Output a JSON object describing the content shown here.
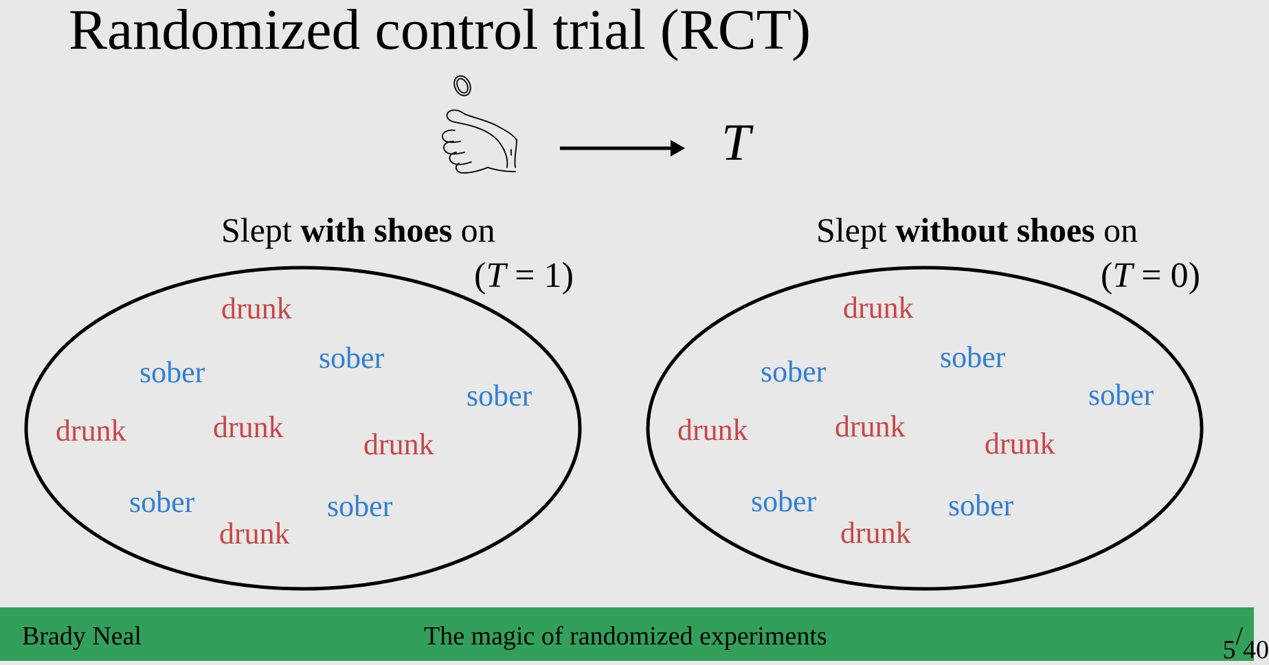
{
  "title": "Randomized control trial (RCT)",
  "treatment_symbol": "T",
  "groups": [
    {
      "label_pre": "Slept ",
      "label_bold": "with shoes",
      "label_post": " on",
      "assignment_var": "T",
      "assignment_value": "1",
      "items": [
        {
          "text": "drunk",
          "kind": "drunk"
        },
        {
          "text": "sober",
          "kind": "sober"
        },
        {
          "text": "sober",
          "kind": "sober"
        },
        {
          "text": "sober",
          "kind": "sober"
        },
        {
          "text": "drunk",
          "kind": "drunk"
        },
        {
          "text": "drunk",
          "kind": "drunk"
        },
        {
          "text": "drunk",
          "kind": "drunk"
        },
        {
          "text": "sober",
          "kind": "sober"
        },
        {
          "text": "sober",
          "kind": "sober"
        },
        {
          "text": "drunk",
          "kind": "drunk"
        }
      ]
    },
    {
      "label_pre": "Slept ",
      "label_bold": "without shoes",
      "label_post": " on",
      "assignment_var": "T",
      "assignment_value": "0",
      "items": [
        {
          "text": "drunk",
          "kind": "drunk"
        },
        {
          "text": "sober",
          "kind": "sober"
        },
        {
          "text": "sober",
          "kind": "sober"
        },
        {
          "text": "sober",
          "kind": "sober"
        },
        {
          "text": "drunk",
          "kind": "drunk"
        },
        {
          "text": "drunk",
          "kind": "drunk"
        },
        {
          "text": "drunk",
          "kind": "drunk"
        },
        {
          "text": "sober",
          "kind": "sober"
        },
        {
          "text": "sober",
          "kind": "sober"
        },
        {
          "text": "drunk",
          "kind": "drunk"
        }
      ]
    }
  ],
  "colors": {
    "drunk": "#c84646",
    "sober": "#2f7fd4",
    "footer_bg": "#32a05a",
    "background": "#e8e8e8"
  },
  "icons": {
    "coin_flip": "coin-flip-hand-icon",
    "arrow": "right-arrow-icon"
  },
  "footer": {
    "author": "Brady Neal",
    "section": "The magic of randomized experiments",
    "page_current": "5",
    "page_total": "40"
  }
}
